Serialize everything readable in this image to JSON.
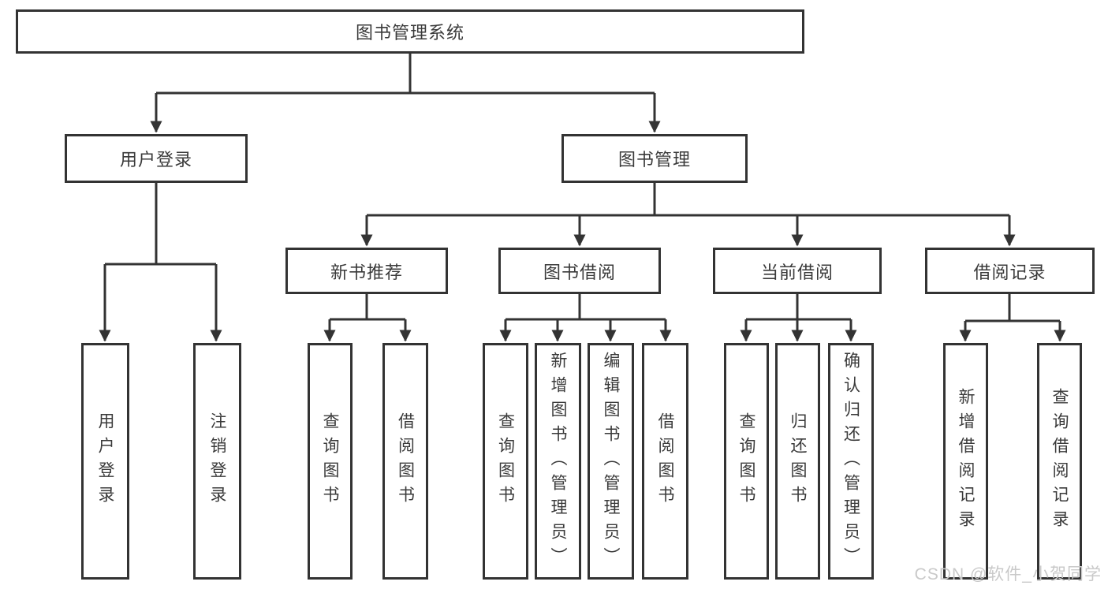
{
  "tree": {
    "root": {
      "label": "图书管理系统"
    },
    "level2": [
      {
        "label": "用户登录"
      },
      {
        "label": "图书管理"
      }
    ],
    "level3": [
      {
        "label": "新书推荐"
      },
      {
        "label": "图书借阅"
      },
      {
        "label": "当前借阅"
      },
      {
        "label": "借阅记录"
      }
    ],
    "leaves": [
      {
        "label": "用户登录"
      },
      {
        "label": "注销登录"
      },
      {
        "label": "查询图书"
      },
      {
        "label": "借阅图书"
      },
      {
        "label": "查询图书"
      },
      {
        "label": "新增图书（管理员）"
      },
      {
        "label": "编辑图书（管理员）"
      },
      {
        "label": "借阅图书"
      },
      {
        "label": "查询图书"
      },
      {
        "label": "归还图书"
      },
      {
        "label": "确认归还（管理员）"
      },
      {
        "label": "新增借阅记录"
      },
      {
        "label": "查询借阅记录"
      }
    ]
  },
  "watermark": {
    "text": "CSDN @软件_小贺同学"
  },
  "colors": {
    "line": "#333333",
    "text": "#3a3a3a",
    "watermark": "#c9c9c9",
    "background": "#ffffff"
  }
}
